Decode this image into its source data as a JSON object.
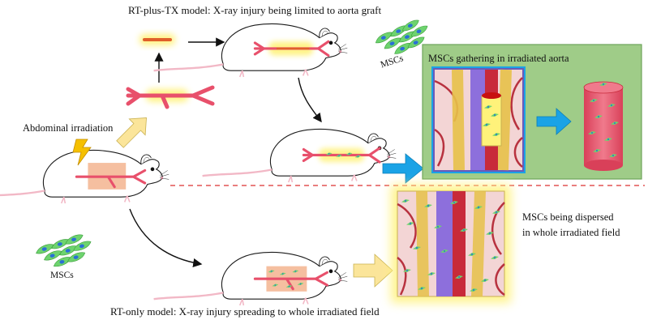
{
  "labels": {
    "rt_plus_tx": "RT-plus-TX model: X-ray injury being limited to aorta graft",
    "rt_only": "RT-only model: X-ray injury spreading to whole irradiated field",
    "abdominal_irradiation": "Abdominal irradiation",
    "mscs_top": "MSCs",
    "mscs_bottom": "MSCs",
    "gathering": "MSCs gathering in irradiated aorta",
    "dispersed_line1": "MSCs being dispersed",
    "dispersed_line2": "in whole irradiated field"
  },
  "colors": {
    "mouse_outline": "#1a1a1a",
    "tail": "#f2b8c6",
    "aorta": "#e8506b",
    "graft_glow": "#fff27a",
    "irradiated_field": "#f3b48f",
    "msc_cell": "#6ed36e",
    "msc_nucleus": "#2a6fd6",
    "green_panel": "#9fcc88",
    "blue_arrow": "#1aa3e6",
    "yellow_arrow": "#fbe59a",
    "dashed_divider": "#e25454",
    "lightning": "#f5c000",
    "vena_cava": "#8d6fdc",
    "bone": "#e7c24a",
    "vessel_branches": "#b8323f"
  },
  "icons": [
    "lightning-icon",
    "msc-cluster-icon",
    "mouse-icon"
  ]
}
